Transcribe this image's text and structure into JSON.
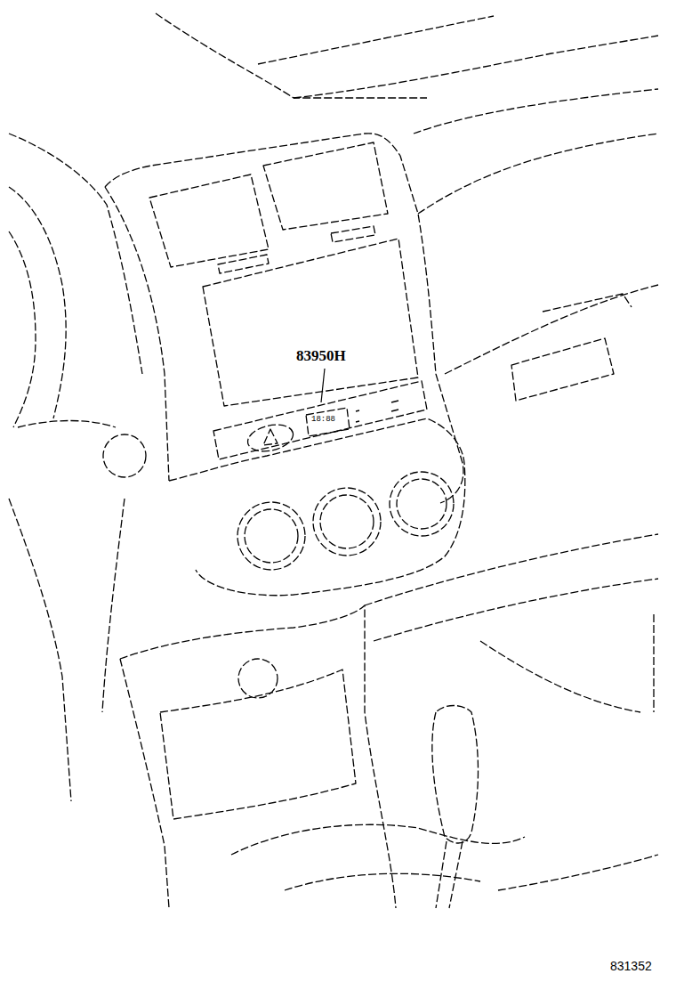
{
  "diagram": {
    "labels": [
      "83950H",
      "18:88",
      "831352"
    ]
  }
}
